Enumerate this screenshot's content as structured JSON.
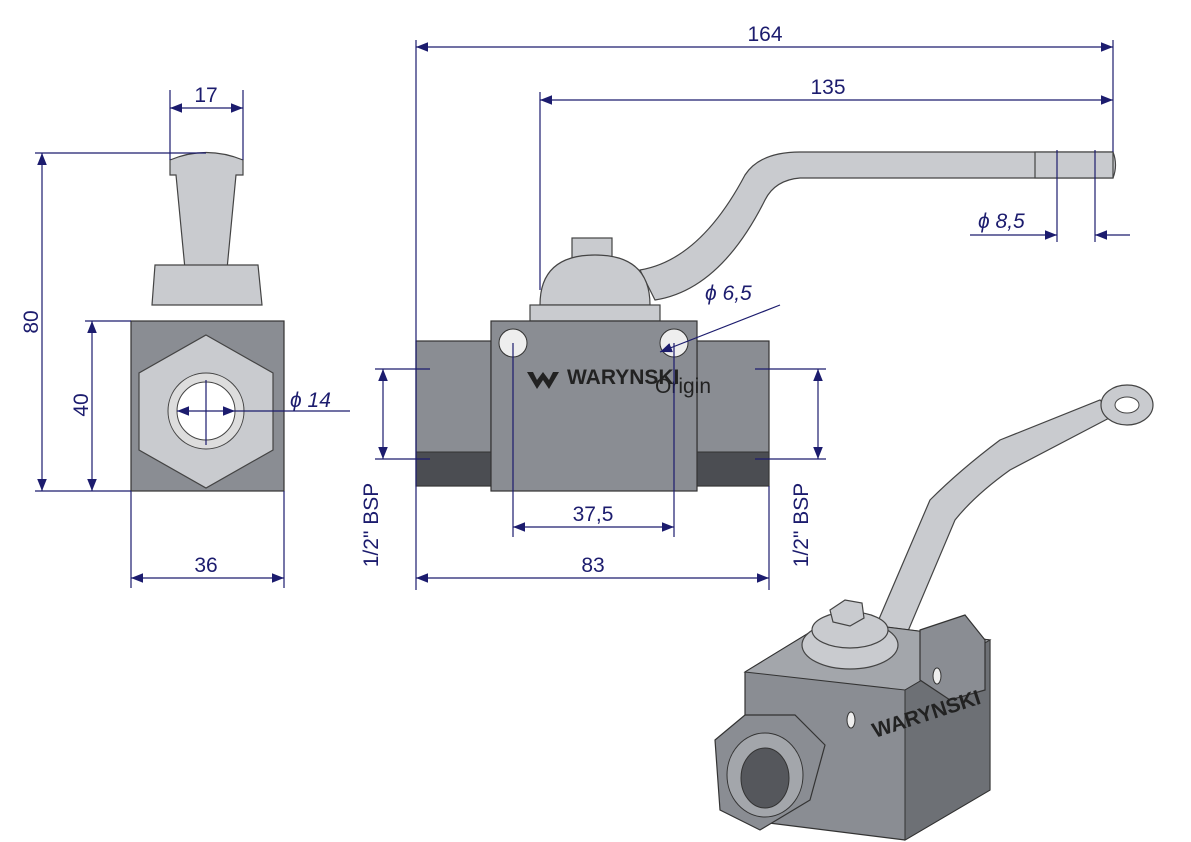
{
  "brand": {
    "name": "WARYNSKI",
    "sub": "Origin"
  },
  "dimensions": {
    "top_width": "17",
    "total_height": "80",
    "body_height": "40",
    "body_width_side": "36",
    "bore_diameter": "ϕ 14",
    "total_length": "164",
    "handle_length": "135",
    "handle_hole": "ϕ 8,5",
    "mount_hole": "ϕ 6,5",
    "hole_spacing": "37,5",
    "body_length": "83",
    "thread_left": "1/2\" BSP",
    "thread_right": "1/2\" BSP"
  },
  "colors": {
    "dimension": "#1c1c6e",
    "body": "#8a8d93"
  }
}
